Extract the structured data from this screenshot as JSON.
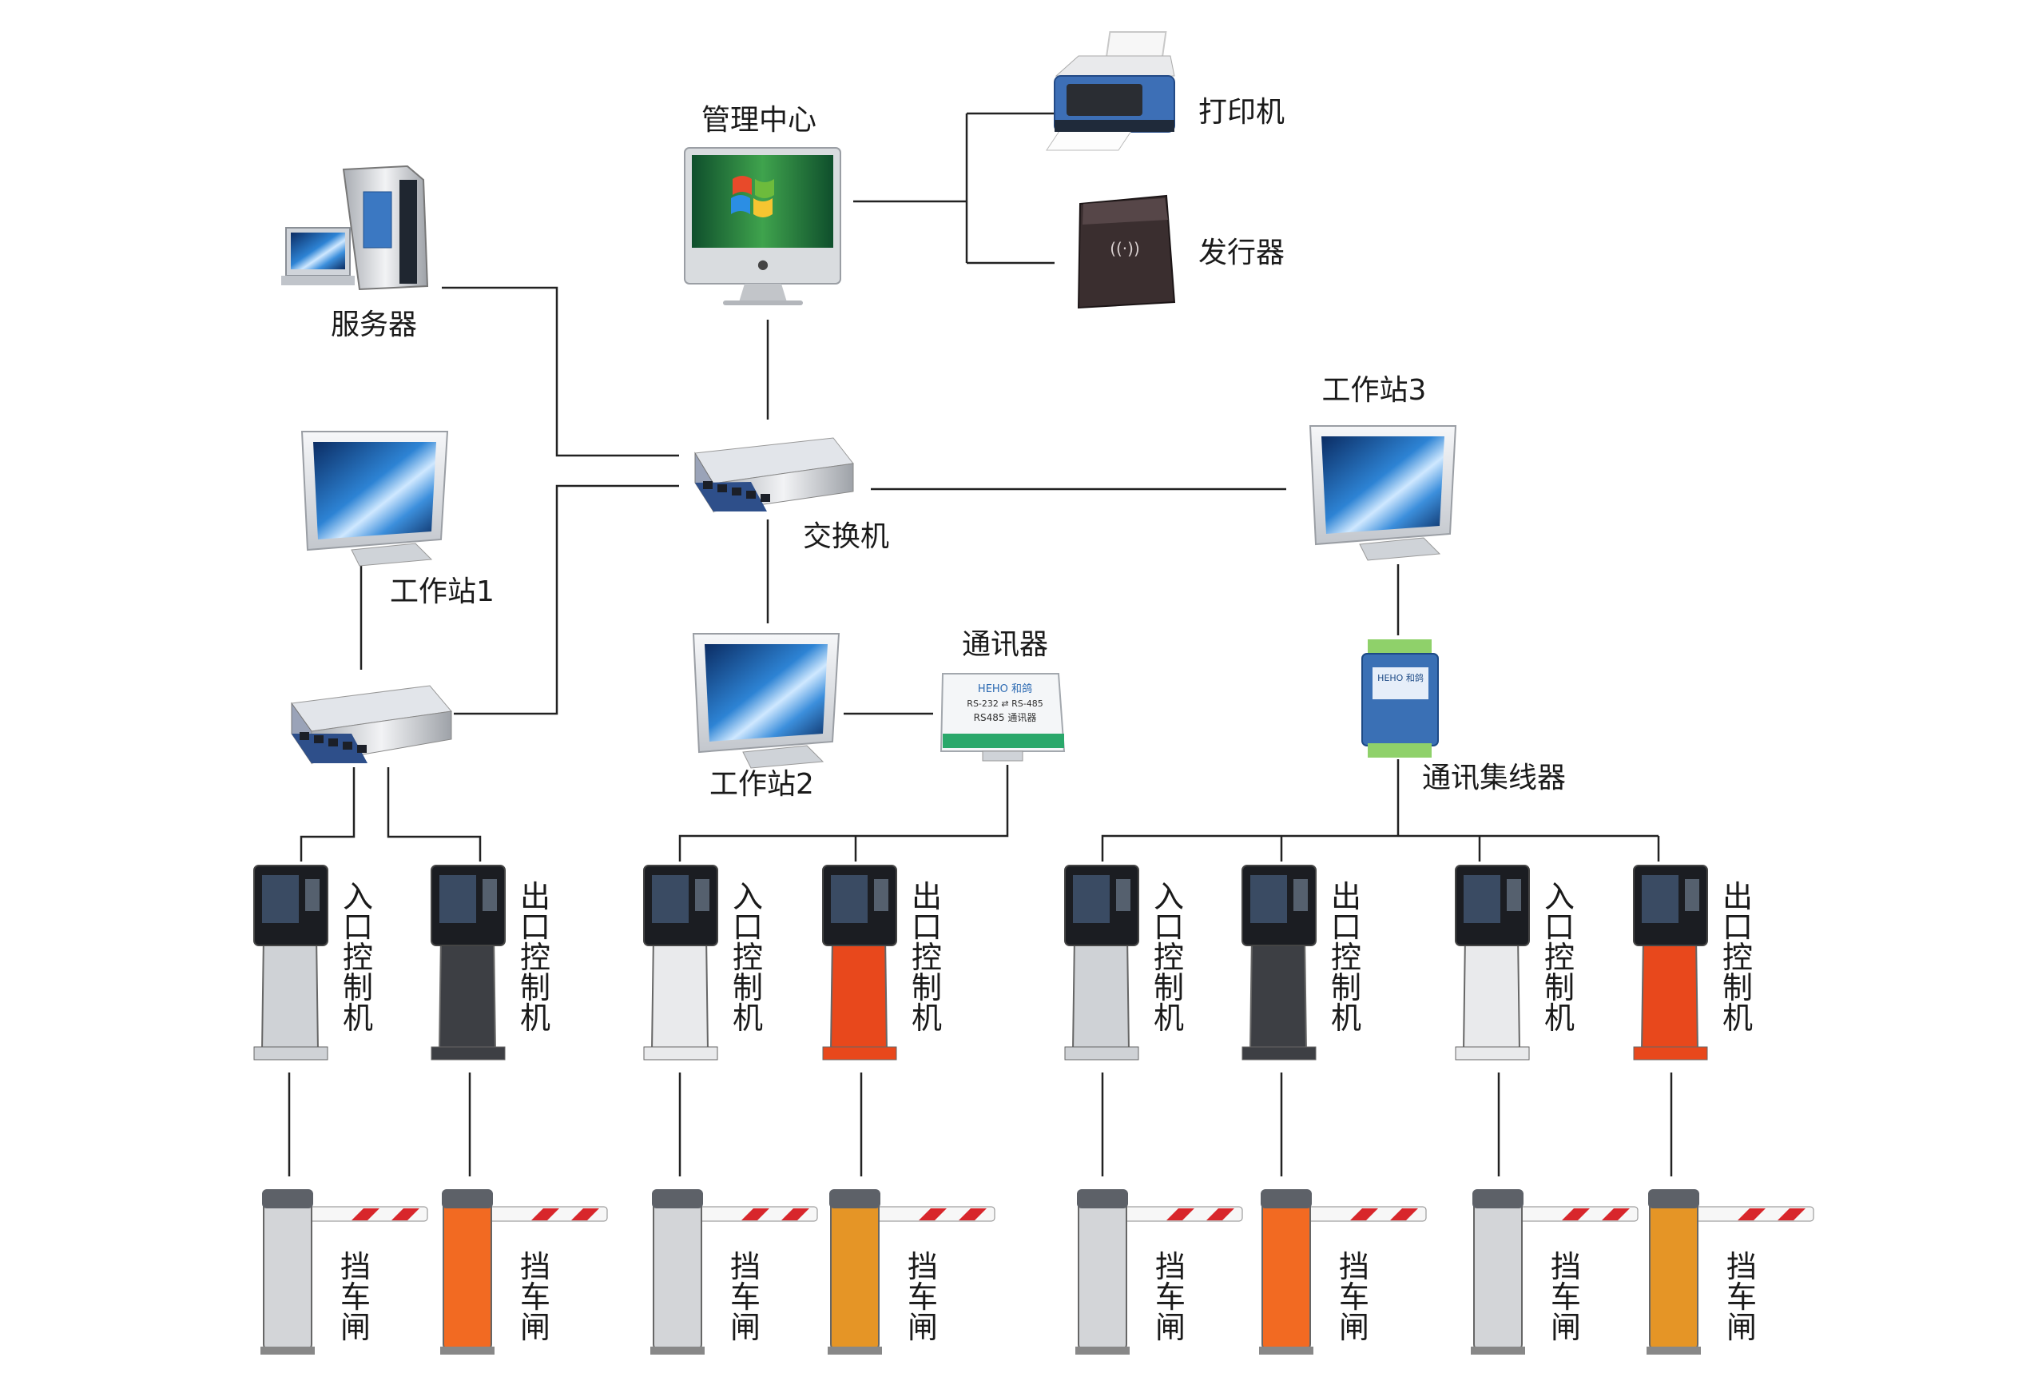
{
  "labels": {
    "management_center": "管理中心",
    "printer": "打印机",
    "issuer": "发行器",
    "server": "服务器",
    "workstation1": "工作站1",
    "workstation2": "工作站2",
    "workstation3": "工作站3",
    "switch": "交换机",
    "communicator": "通讯器",
    "hub": "通讯集线器"
  },
  "device_text": {
    "communicator_brand": "HEHO 和鸽",
    "communicator_model": "RS-232 ⇄ RS-485",
    "communicator_name": "RS485 通讯器",
    "hub_brand": "HEHO 和鸽",
    "issuer_symbol": "((·))"
  },
  "terminals": [
    {
      "label": "入口控制机",
      "body_color": "#cfd2d6"
    },
    {
      "label": "出口控制机",
      "body_color": "#3d3f44"
    },
    {
      "label": "入口控制机",
      "body_color": "#e9eaec"
    },
    {
      "label": "出口控制机",
      "body_color": "#e8481c"
    },
    {
      "label": "入口控制机",
      "body_color": "#cfd2d6"
    },
    {
      "label": "出口控制机",
      "body_color": "#3d3f44"
    },
    {
      "label": "入口控制机",
      "body_color": "#e9eaec"
    },
    {
      "label": "出口控制机",
      "body_color": "#e8481c"
    }
  ],
  "barriers": [
    {
      "label": "挡车闸",
      "body_color": "#d3d5d8"
    },
    {
      "label": "挡车闸",
      "body_color": "#f26a22"
    },
    {
      "label": "挡车闸",
      "body_color": "#d3d5d8"
    },
    {
      "label": "挡车闸",
      "body_color": "#e59526"
    },
    {
      "label": "挡车闸",
      "body_color": "#d3d5d8"
    },
    {
      "label": "挡车闸",
      "body_color": "#f26a22"
    },
    {
      "label": "挡车闸",
      "body_color": "#d3d5d8"
    },
    {
      "label": "挡车闸",
      "body_color": "#e59526"
    }
  ],
  "colors": {
    "wire": "#222222",
    "monitor_screen": "#1d5fa8",
    "switch_body": "#c9ccd6",
    "hub_body": "#3a70b5",
    "communicator_accent": "#2aa86b",
    "boom_stripe": "#d8262b"
  }
}
